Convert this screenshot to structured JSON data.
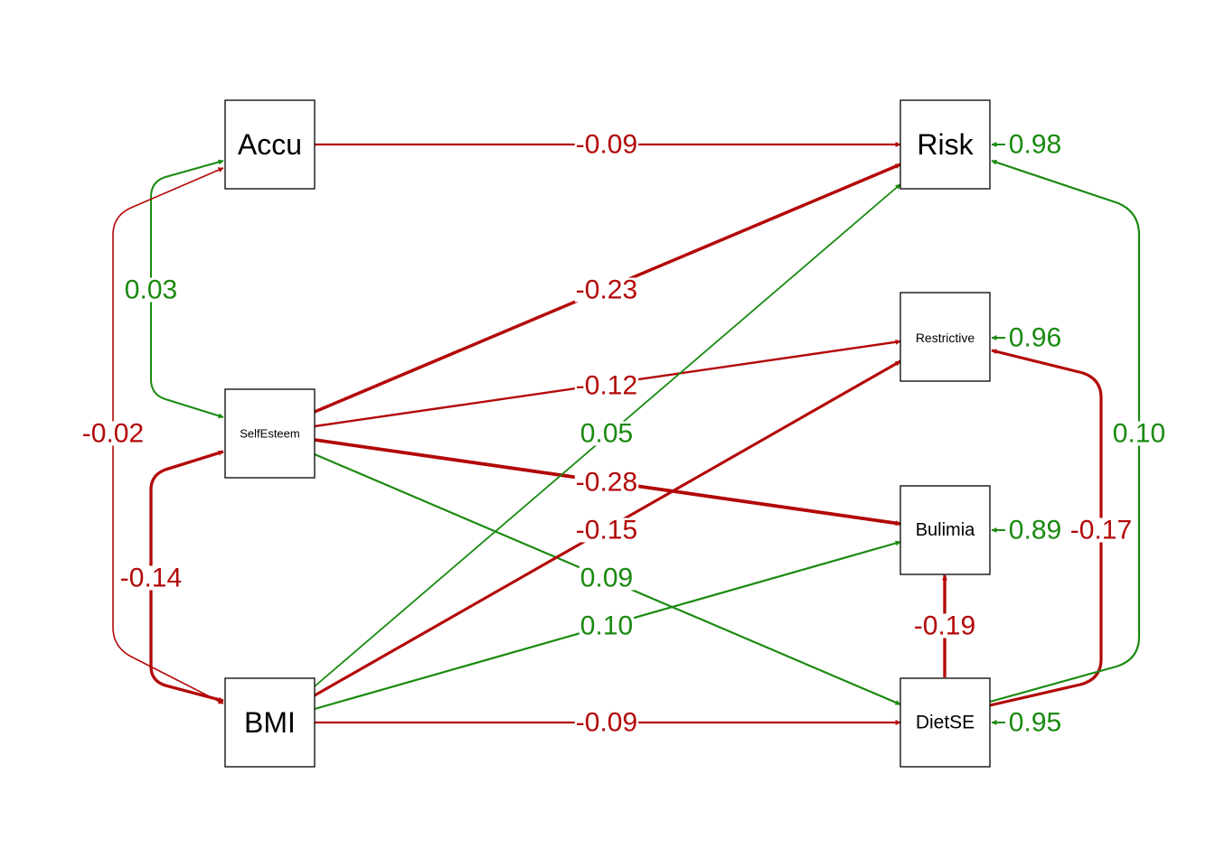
{
  "colors": {
    "positive": "#1a8a10",
    "negative": "#b30808"
  },
  "nodes": {
    "accu": "Accu",
    "selfesteem": "SelfEsteem",
    "bmi": "BMI",
    "risk": "Risk",
    "restrictive": "Restrictive",
    "bulimia": "Bulimia",
    "dietse": "DietSE"
  },
  "paths": [
    {
      "from": "Accu",
      "to": "Risk",
      "label": "-0.09",
      "sign": "negative"
    },
    {
      "from": "SelfEsteem",
      "to": "Risk",
      "label": "-0.23",
      "sign": "negative"
    },
    {
      "from": "SelfEsteem",
      "to": "Restrictive",
      "label": "-0.12",
      "sign": "negative"
    },
    {
      "from": "SelfEsteem",
      "to": "Bulimia",
      "label": "-0.28",
      "sign": "negative"
    },
    {
      "from": "SelfEsteem",
      "to": "DietSE",
      "label": "0.09",
      "sign": "positive"
    },
    {
      "from": "BMI",
      "to": "Risk",
      "label": "0.05",
      "sign": "positive"
    },
    {
      "from": "BMI",
      "to": "Restrictive",
      "label": "-0.15",
      "sign": "negative"
    },
    {
      "from": "BMI",
      "to": "Bulimia",
      "label": "0.10",
      "sign": "positive"
    },
    {
      "from": "BMI",
      "to": "DietSE",
      "label": "-0.09",
      "sign": "negative"
    },
    {
      "from": "DietSE",
      "to": "Bulimia",
      "label": "-0.19",
      "sign": "negative"
    },
    {
      "from": "DietSE",
      "to": "Restrictive",
      "label": "-0.17",
      "sign": "negative"
    },
    {
      "from": "DietSE",
      "to": "Risk",
      "label": "0.10",
      "sign": "positive"
    }
  ],
  "covariances": [
    {
      "between": [
        "Accu",
        "SelfEsteem"
      ],
      "label": "0.03",
      "sign": "positive"
    },
    {
      "between": [
        "Accu",
        "BMI"
      ],
      "label": "-0.02",
      "sign": "negative"
    },
    {
      "between": [
        "SelfEsteem",
        "BMI"
      ],
      "label": "-0.14",
      "sign": "negative"
    }
  ],
  "residuals": [
    {
      "node": "Risk",
      "label": "0.98",
      "sign": "positive"
    },
    {
      "node": "Restrictive",
      "label": "0.96",
      "sign": "positive"
    },
    {
      "node": "Bulimia",
      "label": "0.89",
      "sign": "positive"
    },
    {
      "node": "DietSE",
      "label": "0.95",
      "sign": "positive"
    }
  ]
}
